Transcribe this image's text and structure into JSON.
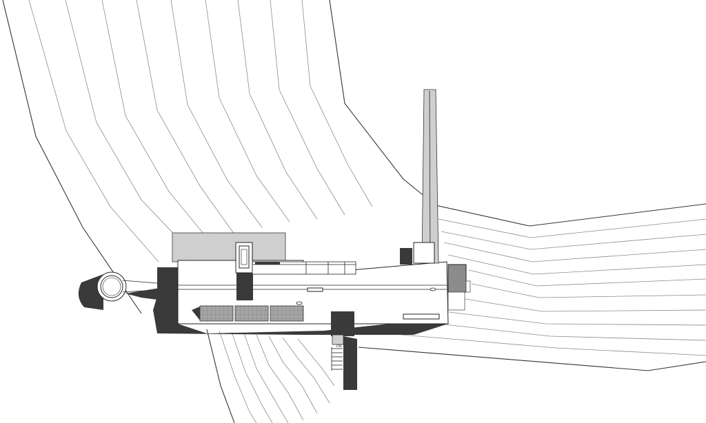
{
  "drawing": {
    "type": "architectural site plan",
    "elements": [
      "terrain-contours",
      "building-roof",
      "chimney-tower",
      "circular-lookout",
      "solar-panels",
      "stair"
    ],
    "small_label": "DN"
  },
  "colors": {
    "background": "#ffffff",
    "contour": "#8a8a8a",
    "shadow": "#3a3a3a",
    "hatch": "#cfcfcf",
    "panel": "#9a9a9a",
    "grey_box": "#8c8c8c"
  }
}
